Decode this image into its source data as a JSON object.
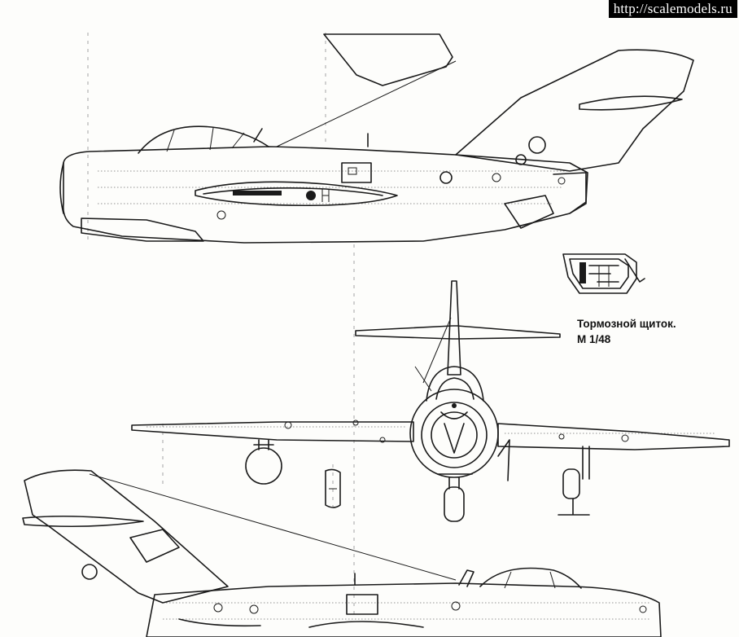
{
  "watermark": {
    "text": "http://scalemodels.ru"
  },
  "caption": {
    "line1": "Тормозной щиток.",
    "line2": "М 1/48"
  },
  "colors": {
    "ink": "#1a1a1a",
    "paper": "#fdfdfb",
    "watermark_bg": "#000000",
    "watermark_fg": "#ffffff"
  },
  "views": [
    "side-view-top",
    "air-brake-detail",
    "front-view",
    "wing-drop-tank-front",
    "pylon-detail",
    "side-view-bottom"
  ]
}
